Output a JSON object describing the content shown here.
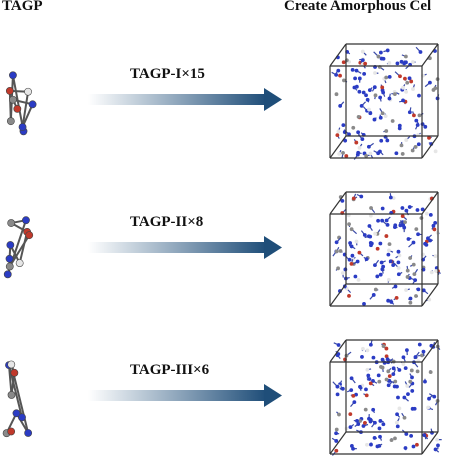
{
  "header": {
    "left_label": "TAGP",
    "right_label": "Create Amorphous Cel"
  },
  "rows": [
    {
      "label": "TAGP-I×15"
    },
    {
      "label": "TAGP-II×8"
    },
    {
      "label": "TAGP-III×6"
    }
  ],
  "colors": {
    "arrow_start": "#ffffff",
    "arrow_end": "#1f4e79",
    "nitrogen": "#2b3cc4",
    "carbon": "#8a8a8a",
    "oxygen": "#c0392b",
    "hydrogen": "#e6e6e6",
    "cell_edge": "#333333"
  }
}
